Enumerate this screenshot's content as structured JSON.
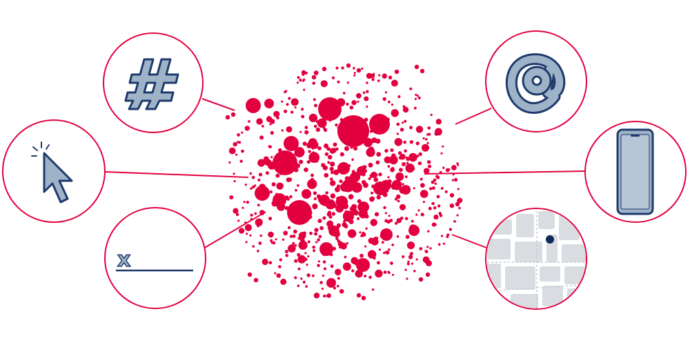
{
  "colors": {
    "accent": "#e3003f",
    "icon_fill": "#9fb3c8",
    "icon_stroke": "#1d3a6b",
    "map_block": "#d9dde2",
    "map_road": "#ffffff",
    "map_pin": "#0e2a5a"
  },
  "cluster": {
    "description_icon": "data-point-cluster"
  },
  "nodes": [
    {
      "id": "hashtag",
      "icon": "hashtag-icon"
    },
    {
      "id": "cursor-click",
      "icon": "cursor-click-icon"
    },
    {
      "id": "signature",
      "icon": "signature-line-icon",
      "mark": "x"
    },
    {
      "id": "at-sign",
      "icon": "at-sign-icon"
    },
    {
      "id": "smartphone",
      "icon": "smartphone-icon"
    },
    {
      "id": "map-location",
      "icon": "map-pin-icon"
    }
  ]
}
